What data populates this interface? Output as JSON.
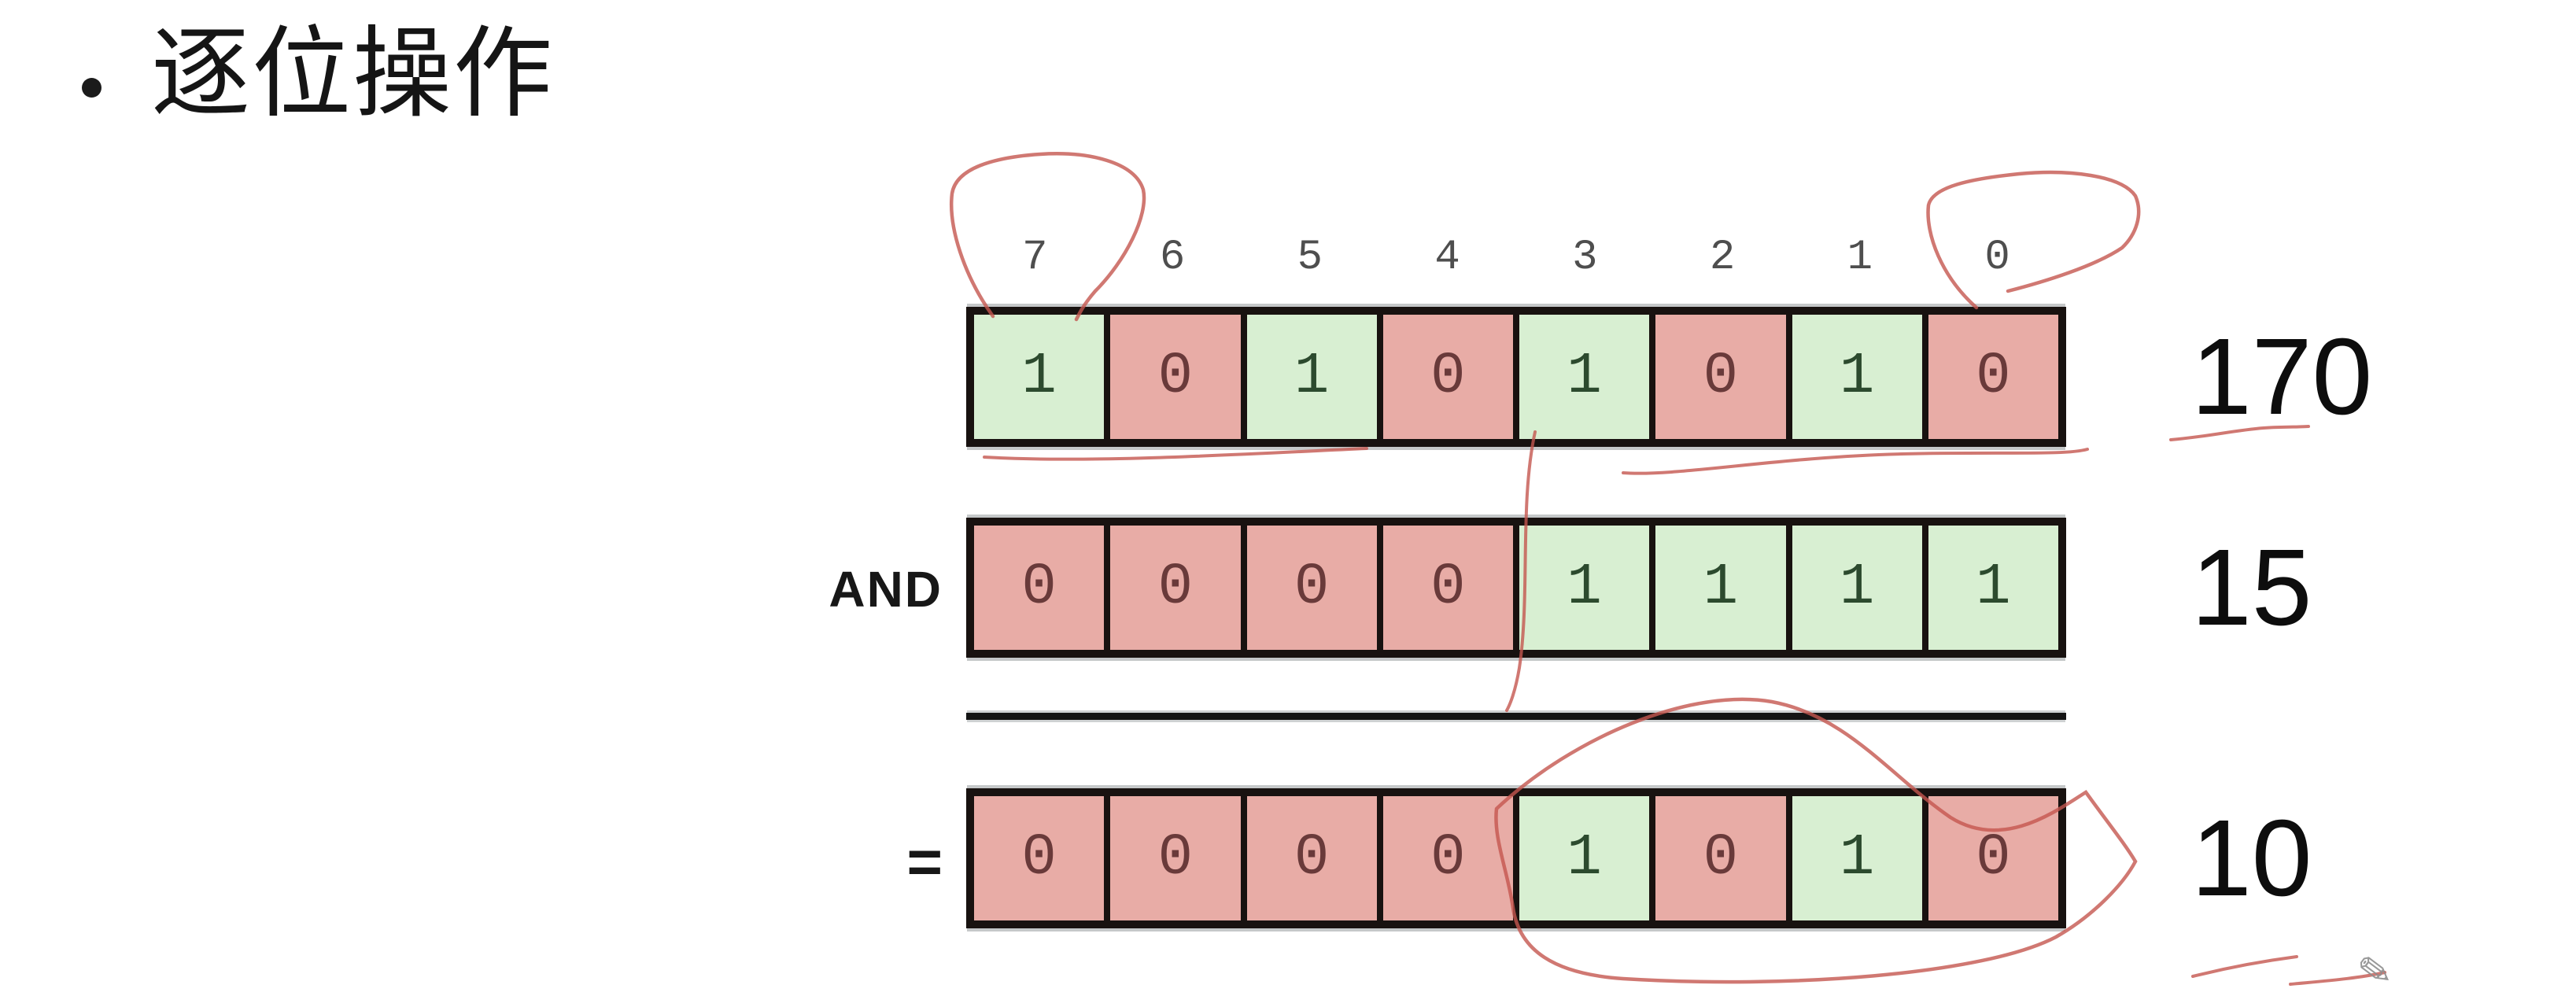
{
  "title": {
    "text": "逐位操作"
  },
  "bit_positions": [
    "7",
    "6",
    "5",
    "4",
    "3",
    "2",
    "1",
    "0"
  ],
  "rows": [
    {
      "operator": "",
      "bits": [
        1,
        0,
        1,
        0,
        1,
        0,
        1,
        0
      ],
      "decimal": "170"
    },
    {
      "operator": "AND",
      "bits": [
        0,
        0,
        0,
        0,
        1,
        1,
        1,
        1
      ],
      "decimal": "15"
    },
    {
      "operator": "=",
      "bits": [
        0,
        0,
        0,
        0,
        1,
        0,
        1,
        0
      ],
      "decimal": "10"
    }
  ],
  "colors": {
    "one_bg": "#d8efd2",
    "zero_bg": "#e8aca6",
    "one_fg": "#2c4a2e",
    "zero_fg": "#693a3a",
    "cell_border": "#181210",
    "annotation_ink": "#c4564f"
  },
  "icons": {
    "pencil": "✎"
  }
}
